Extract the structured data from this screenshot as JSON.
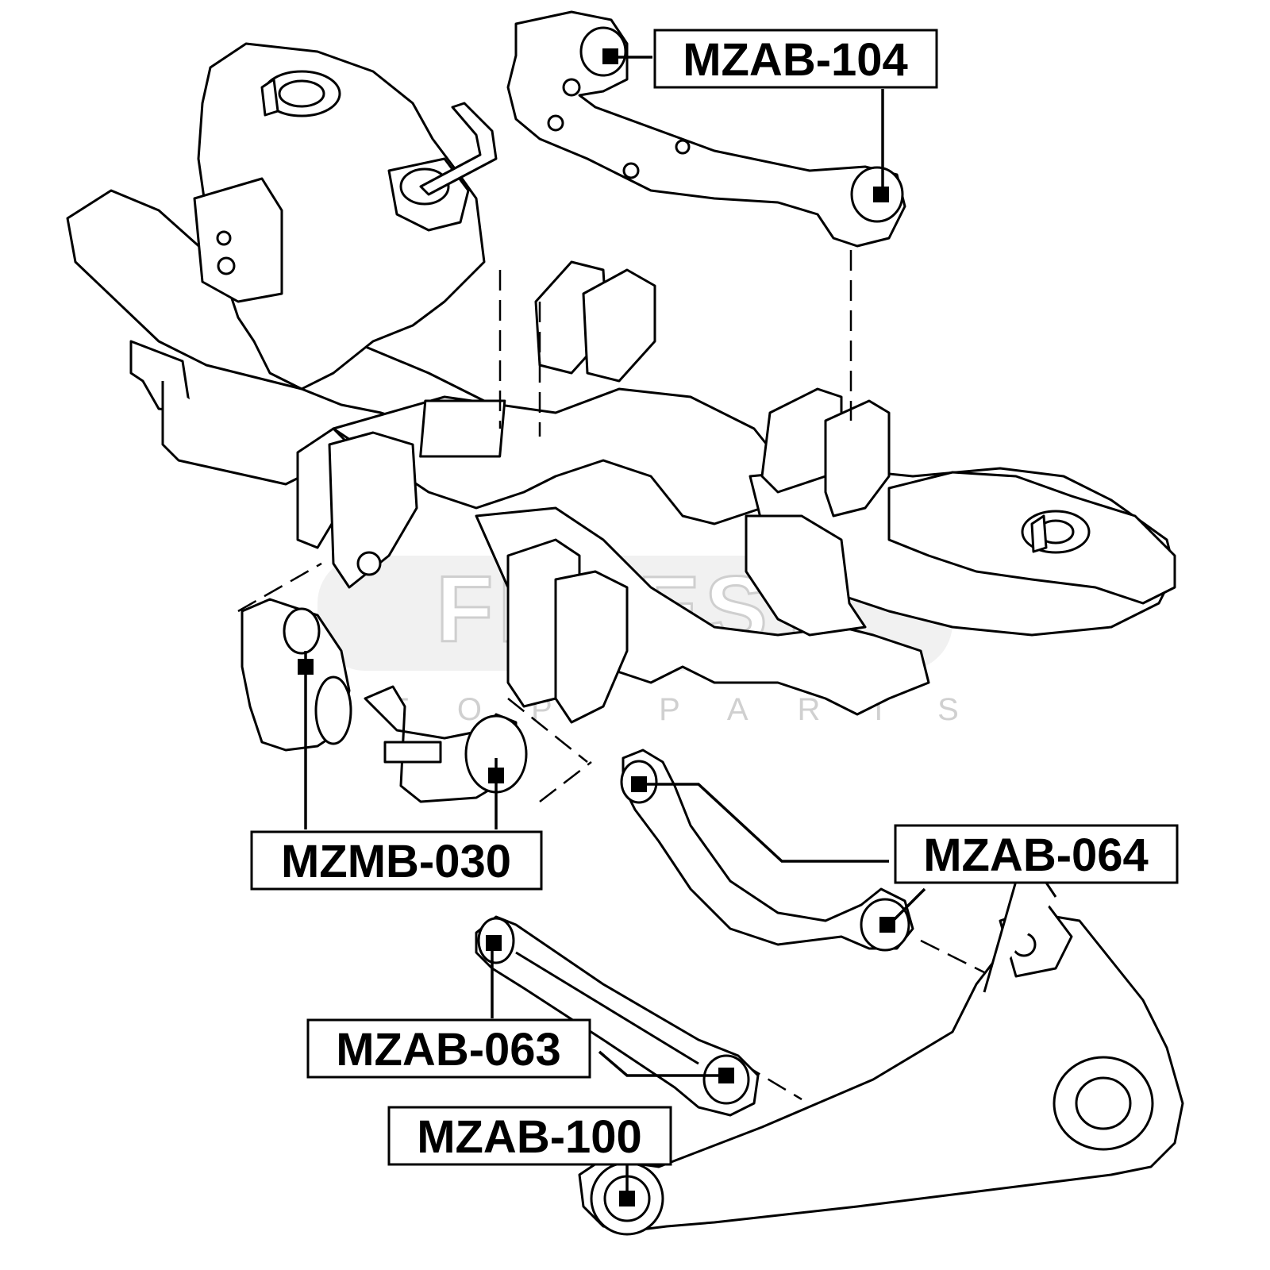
{
  "watermark": {
    "brand": "FEBEST",
    "tagline": "TOP PARTS"
  },
  "labels": [
    {
      "id": "mzab-104",
      "text": "MZAB-104"
    },
    {
      "id": "mzmb-030",
      "text": "MZMB-030"
    },
    {
      "id": "mzab-064",
      "text": "MZAB-064"
    },
    {
      "id": "mzab-063",
      "text": "MZAB-063"
    },
    {
      "id": "mzab-100",
      "text": "MZAB-100"
    }
  ],
  "colors": {
    "line": "#000000",
    "label_border": "#000000",
    "watermark": "#d9d9d9"
  }
}
